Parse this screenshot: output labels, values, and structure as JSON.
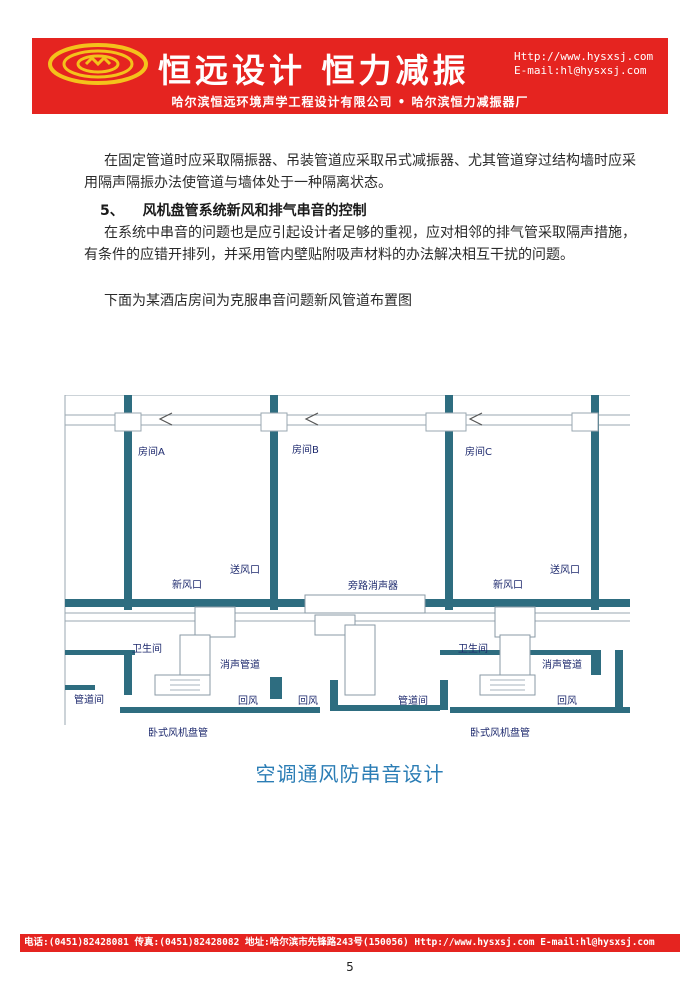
{
  "header": {
    "brand": "恒远设计  恒力减振",
    "website": "Http://www.hysxsj.com",
    "email": "E-mail:hl@hysxsj.com",
    "company": "哈尔滨恒远环境声学工程设计有限公司 • 哈尔滨恒力减振器厂",
    "logo_icon": "hengyuan-logo-icon",
    "color_red": "#e52420"
  },
  "body": {
    "para1": "在固定管道时应采取隔振器、吊装管道应采取吊式减振器、尤其管道穿过结构墙时应采用隔声隔振办法使管道与墙体处于一种隔离状态。",
    "heading_num": "5、",
    "heading_text": "风机盘管系统新风和排气串音的控制",
    "para2": "在系统中串音的问题也是应引起设计者足够的重视，应对相邻的排气管采取隔声措施，有条件的应错开排列，并采用管内壁贴附吸声材料的办法解决相互干扰的问题。",
    "para3": "下面为某酒店房间为克服串音问题新风管道布置图"
  },
  "diagram": {
    "room_a": "房间A",
    "room_b": "房间B",
    "room_c": "房间C",
    "fresh_air_left": "新风口",
    "supply_left": "送风口",
    "bypass_silencer": "旁路消声器",
    "fresh_air_right": "新风口",
    "supply_right": "送风口",
    "bathroom_left": "卫生间",
    "silencer_duct_left": "消声管道",
    "bathroom_right": "卫生间",
    "silencer_duct_right": "消声管道",
    "pipe_room_left": "管道间",
    "return_left": "回风",
    "return_mid": "回风",
    "pipe_room_mid": "管道间",
    "return_right": "回风",
    "fcu_left": "卧式风机盘管",
    "fcu_right": "卧式风机盘管",
    "wall_color": "#2e6d80",
    "label_color": "#1e2a6e"
  },
  "caption": "空调通风防串音设计",
  "footer": {
    "text": "电话:(0451)82428081  传真:(0451)82428082  地址:哈尔滨市先锋路243号(150056)  Http://www.hysxsj.com  E-mail:hl@hysxsj.com"
  },
  "page_number": "5"
}
